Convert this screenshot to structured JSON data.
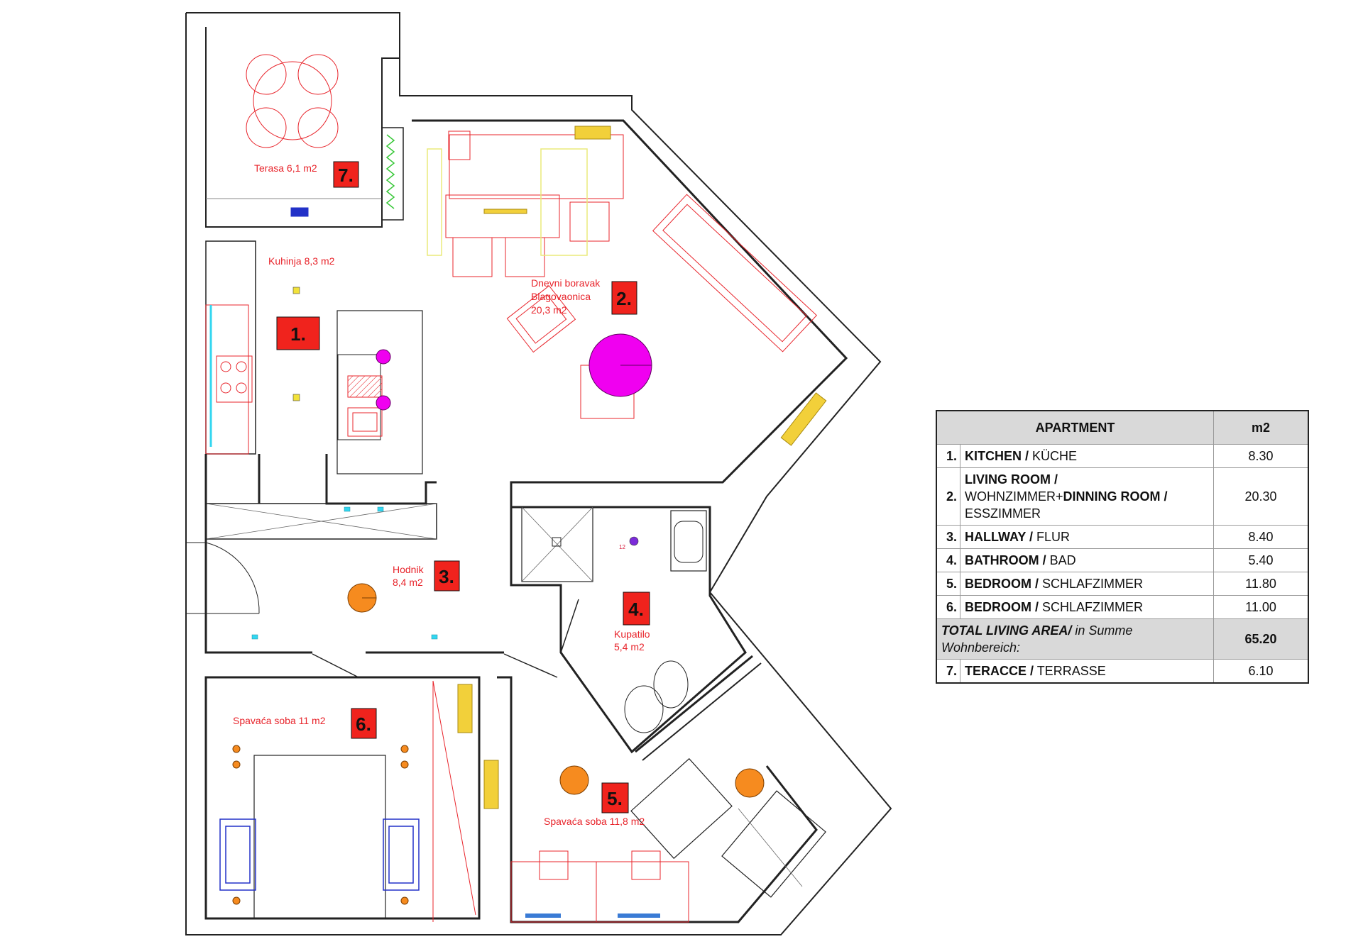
{
  "rooms": [
    {
      "id": "terasa",
      "name": "Terasa 6,1 m2",
      "badge": "7."
    },
    {
      "id": "kuhinja",
      "name": "Kuhinja 8,3 m2",
      "badge": "1."
    },
    {
      "id": "dnevni",
      "name_lines": [
        "Dnevni boravak",
        "Blagovaonica",
        "20,3 m2"
      ],
      "badge": "2."
    },
    {
      "id": "hodnik",
      "name_lines": [
        "Hodnik",
        "8,4 m2"
      ],
      "badge": "3."
    },
    {
      "id": "kupatilo",
      "name_lines": [
        "Kupatilo",
        "5,4 m2"
      ],
      "badge": "4."
    },
    {
      "id": "spavaca5",
      "name": "Spavaća soba  11,8 m2",
      "badge": "5."
    },
    {
      "id": "spavaca6",
      "name": "Spavaća soba 11 m2",
      "badge": "6."
    }
  ],
  "fixture_label": "12",
  "colors": {
    "wall": "#222222",
    "furniture": "#e8242b",
    "badge": "#f0231d",
    "accent_yellow": "#f2d03a",
    "magenta": "#f000f0",
    "orange": "#f68b1f",
    "blue": "#2231c8",
    "green": "#39c839",
    "cyan": "#33d6f0",
    "light_yellow": "#eaea7a",
    "table_header": "#d9d9d9"
  },
  "table": {
    "header": {
      "apartment": "APARTMENT",
      "unit": "m2"
    },
    "rows": [
      {
        "num": "1.",
        "bold": "KITCHEN /",
        "normal": " KÜCHE",
        "value": "8.30"
      },
      {
        "num": "2.",
        "bold": "LIVING ROOM /",
        "normal": "WOHNZIMMER+",
        "bold2": "DINNING ROOM /",
        "normal2": "ESSZIMMER",
        "value": "20.30"
      },
      {
        "num": "3.",
        "bold": "HALLWAY /",
        "normal": " FLUR",
        "value": "8.40"
      },
      {
        "num": "4.",
        "bold": "BATHROOM /",
        "normal": " BAD",
        "value": "5.40"
      },
      {
        "num": "5.",
        "bold": "BEDROOM /",
        "normal": " SCHLAFZIMMER",
        "value": "11.80"
      },
      {
        "num": "6.",
        "bold": "BEDROOM /",
        "normal": " SCHLAFZIMMER",
        "value": "11.00"
      }
    ],
    "total": {
      "label_bold_italic": "TOTAL LIVING AREA/",
      "label_italic": " in Summe Wohnbereich:",
      "value": "65.20"
    },
    "terrace": {
      "num": "7.",
      "bold": "TERACCE /",
      "normal": " TERRASSE",
      "value": "6.10"
    }
  }
}
